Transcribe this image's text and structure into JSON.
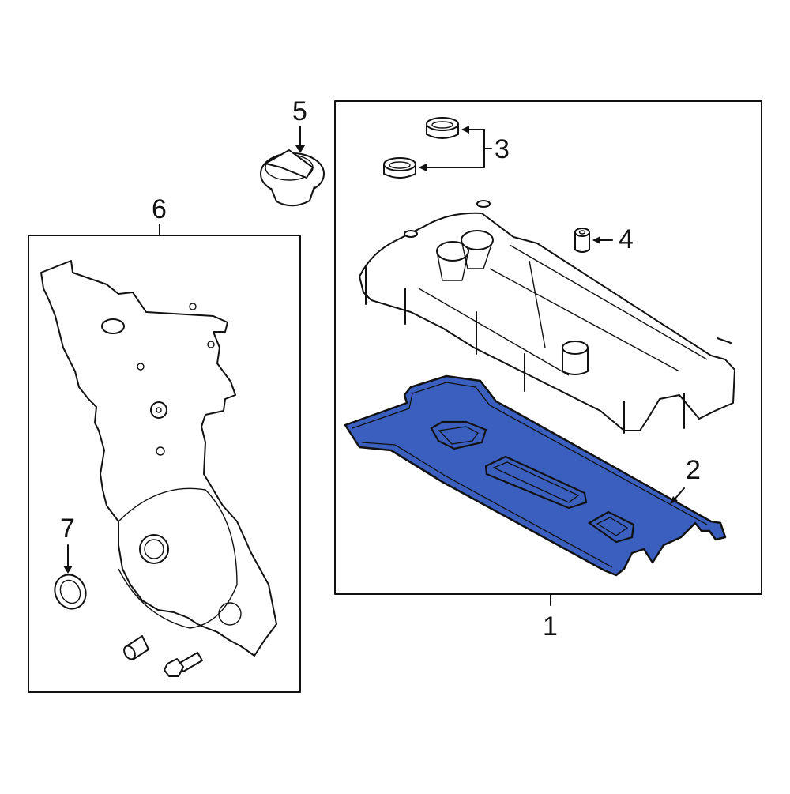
{
  "diagram": {
    "title": "Engine Valve Cover & Timing Cover Exploded Parts Diagram",
    "highlight_color": "#3a5fbf",
    "line_color": "#111111",
    "background": "#ffffff",
    "callouts": [
      {
        "number": "1",
        "part": "valve-cover-assembly"
      },
      {
        "number": "2",
        "part": "valve-cover-gasket"
      },
      {
        "number": "3",
        "part": "grommet-seals"
      },
      {
        "number": "4",
        "part": "spacer"
      },
      {
        "number": "5",
        "part": "oil-filler-cap"
      },
      {
        "number": "6",
        "part": "timing-cover"
      },
      {
        "number": "7",
        "part": "crankshaft-seal"
      }
    ]
  }
}
